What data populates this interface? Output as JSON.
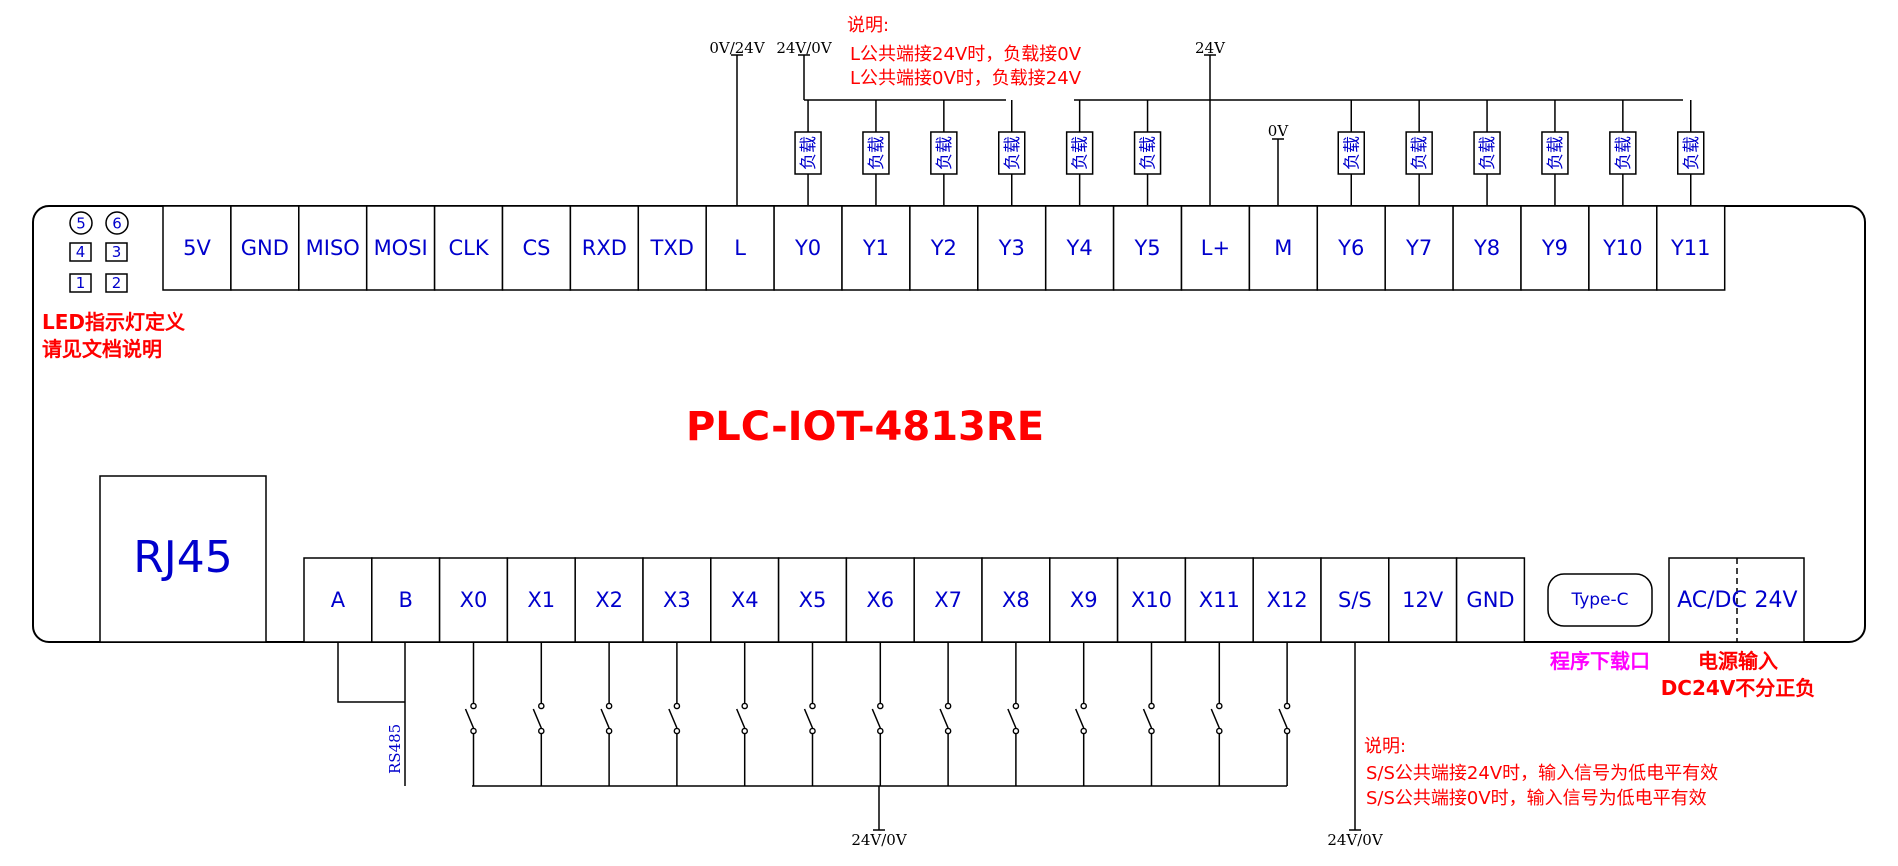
{
  "model": "PLC-IOT-4813RE",
  "led_note": [
    "LED指示灯定义",
    "请见文档说明"
  ],
  "led_numbers": [
    "5",
    "6",
    "4",
    "3",
    "1",
    "2"
  ],
  "top_terminals": [
    "5V",
    "GND",
    "MISO",
    "MOSI",
    "CLK",
    "CS",
    "RXD",
    "TXD",
    "L",
    "Y0",
    "Y1",
    "Y2",
    "Y3",
    "Y4",
    "Y5",
    "L+",
    "M",
    "Y6",
    "Y7",
    "Y8",
    "Y9",
    "Y10",
    "Y11"
  ],
  "bottom_terminals": [
    "A",
    "B",
    "X0",
    "X1",
    "X2",
    "X3",
    "X4",
    "X5",
    "X6",
    "X7",
    "X8",
    "X9",
    "X10",
    "X11",
    "X12",
    "S/S",
    "12V",
    "GND"
  ],
  "load_label": "负载",
  "rj45": "RJ45",
  "typec": "Type-C",
  "typec_caption": "程序下载口",
  "power_terminal": {
    "left": "AC/DC",
    "right": "24V"
  },
  "power_caption": [
    "电源输入",
    "DC24V不分正负"
  ],
  "top_voltage": {
    "l": "0V/24V",
    "y0": "24V/0V",
    "lplus": "24V",
    "m": "0V"
  },
  "top_note": [
    "说明:",
    "L公共端接24V时，负载接0V",
    "L公共端接0V时，负载接24V"
  ],
  "rs485": "RS485",
  "bottom_voltage": {
    "switches": "24V/0V",
    "ss": "24V/0V"
  },
  "bottom_note": [
    "说明:",
    "S/S公共端接24V时，输入信号为低电平有效",
    "S/S公共端接0V时，输入信号为低电平有效"
  ],
  "colors": {
    "terminal_text": "#0000cc",
    "title": "#ff0000",
    "note": "#ff0000",
    "caption_magenta": "#ff00ff",
    "line": "#000000"
  }
}
